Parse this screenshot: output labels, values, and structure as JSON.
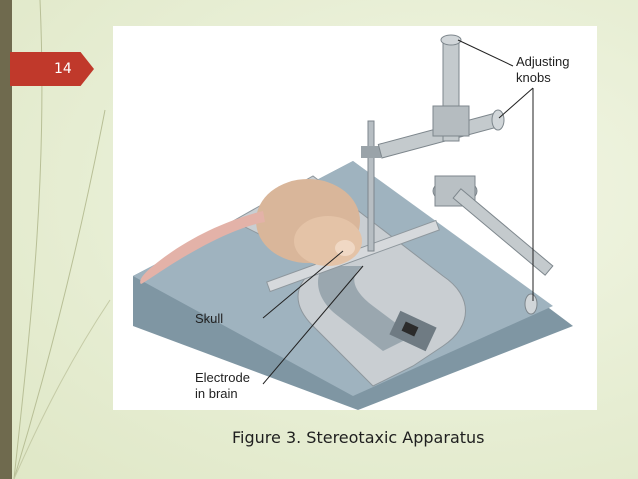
{
  "slide": {
    "number": "14"
  },
  "figure": {
    "labels": {
      "adjusting_line1": "Adjusting",
      "adjusting_line2": "knobs",
      "skull": "Skull",
      "electrode_line1": "Electrode",
      "electrode_line2": "in brain"
    },
    "caption": "Figure 3. Stereotaxic Apparatus"
  },
  "colors": {
    "accent": "#c0392b",
    "background": "#e9efd8",
    "sidebar": "#6f6a4e"
  }
}
